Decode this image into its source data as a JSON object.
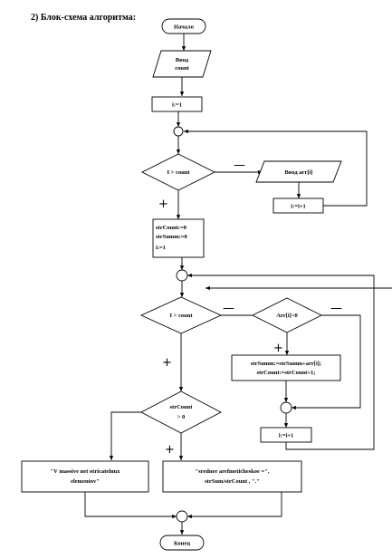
{
  "heading": "2) Блок-схема алгоритма:",
  "nodes": {
    "start": "Начало",
    "input_count": [
      "Ввод",
      "count"
    ],
    "init_i": "i:=1",
    "cond_loop1": "I > count",
    "input_arr": "Ввод arr[i]",
    "inc_i1": "i:=i+1",
    "init_block": [
      "strCount:=0",
      "strSumm:=0",
      "i:=1"
    ],
    "cond_loop2": "I > count",
    "cond_arr": "Arr[i]<0",
    "accumulate": [
      "strSumm:=strSumm+arr[i];",
      "strCount:=strCount+1;"
    ],
    "inc_i2": "i:=i+1",
    "cond_count": [
      "strCount",
      "> 0"
    ],
    "out_none": [
      "\"V massive net otricatelnux",
      "elementov\""
    ],
    "out_avg": [
      "\"srednee arefmeticheskoe =\",",
      "strSum/strCount , \".\""
    ],
    "end": "Конец"
  },
  "signs": {
    "plus": "+",
    "minus": "—"
  }
}
